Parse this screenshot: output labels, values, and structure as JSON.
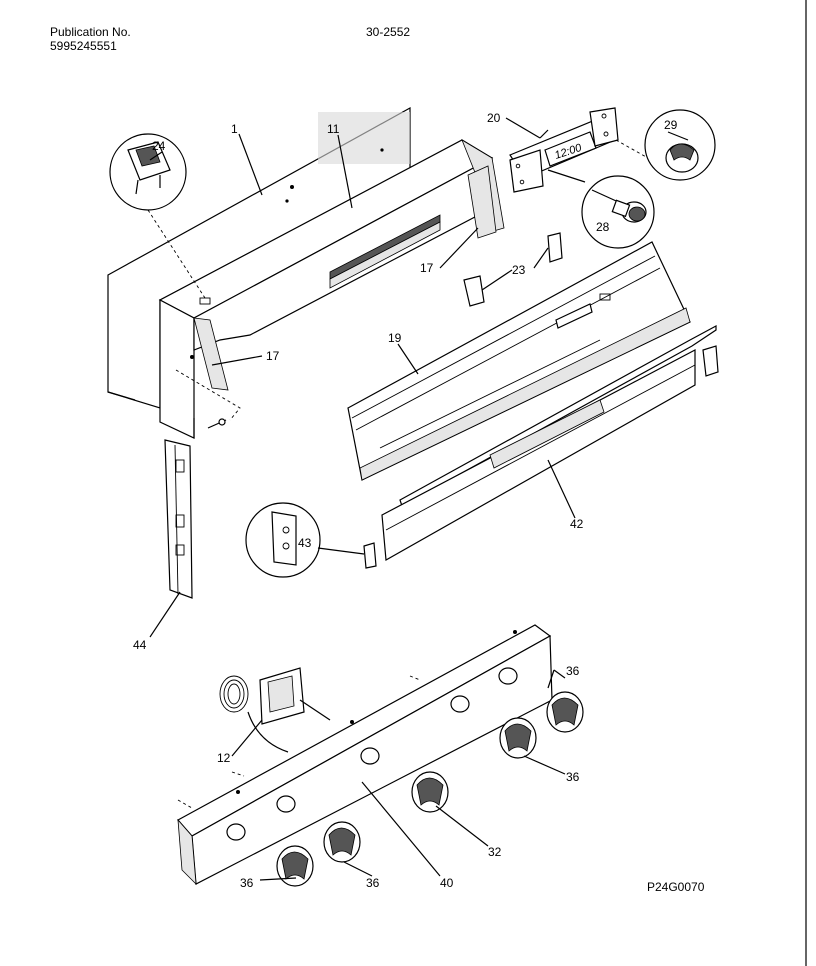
{
  "header": {
    "publication_label": "Publication No.",
    "publication_number": "5995245551",
    "model_number": "30-2552"
  },
  "figure_code": "P24G0070",
  "clock_display": "12:00",
  "callouts": {
    "c1": "1",
    "c11": "11",
    "c20": "20",
    "c29": "29",
    "c24": "24",
    "c28": "28",
    "c17a": "17",
    "c17b": "17",
    "c23": "23",
    "c19": "19",
    "c42": "42",
    "c43": "43",
    "c44": "44",
    "c36a": "36",
    "c36b": "36",
    "c36c": "36",
    "c36d": "36",
    "c12": "12",
    "c32": "32",
    "c40": "40"
  }
}
